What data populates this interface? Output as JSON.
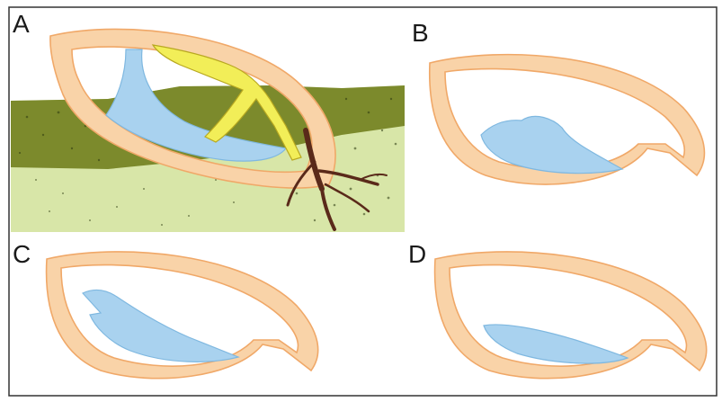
{
  "panels": [
    {
      "label": "A"
    },
    {
      "label": "B"
    },
    {
      "label": "C"
    },
    {
      "label": "D"
    }
  ],
  "colors": {
    "shell_fill": "#f9d3a8",
    "shell_stroke": "#f0a868",
    "fluid_fill": "#a9d2ef",
    "fluid_stroke": "#7fb8e0",
    "tissue_yellow": "#f2ee58",
    "tissue_stroke": "#b8a820",
    "root_brown": "#5a2a1a",
    "soil_light": "#d8e6a8",
    "soil_dark": "#7c8a2c",
    "border": "#333333"
  }
}
